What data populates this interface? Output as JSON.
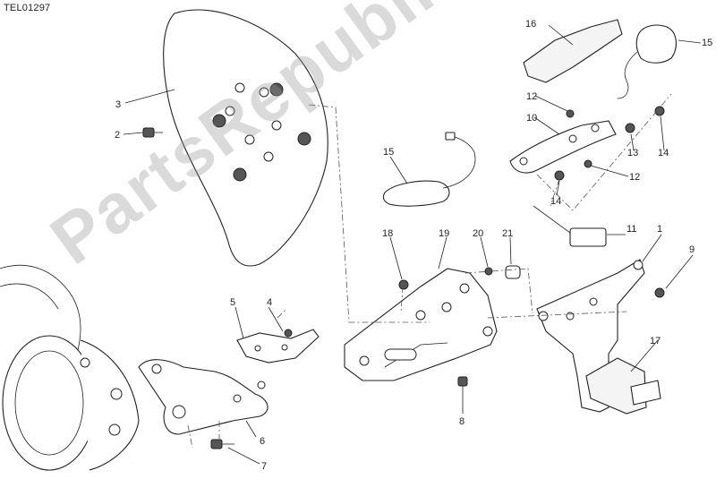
{
  "diagram_code": "TEL01297",
  "watermark": "PartsRepublik",
  "callouts": [
    "1",
    "2",
    "3",
    "4",
    "5",
    "6",
    "7",
    "8",
    "9",
    "10",
    "11",
    "12",
    "12",
    "13",
    "14",
    "14",
    "15",
    "15",
    "16",
    "17",
    "18",
    "19",
    "20",
    "21"
  ]
}
